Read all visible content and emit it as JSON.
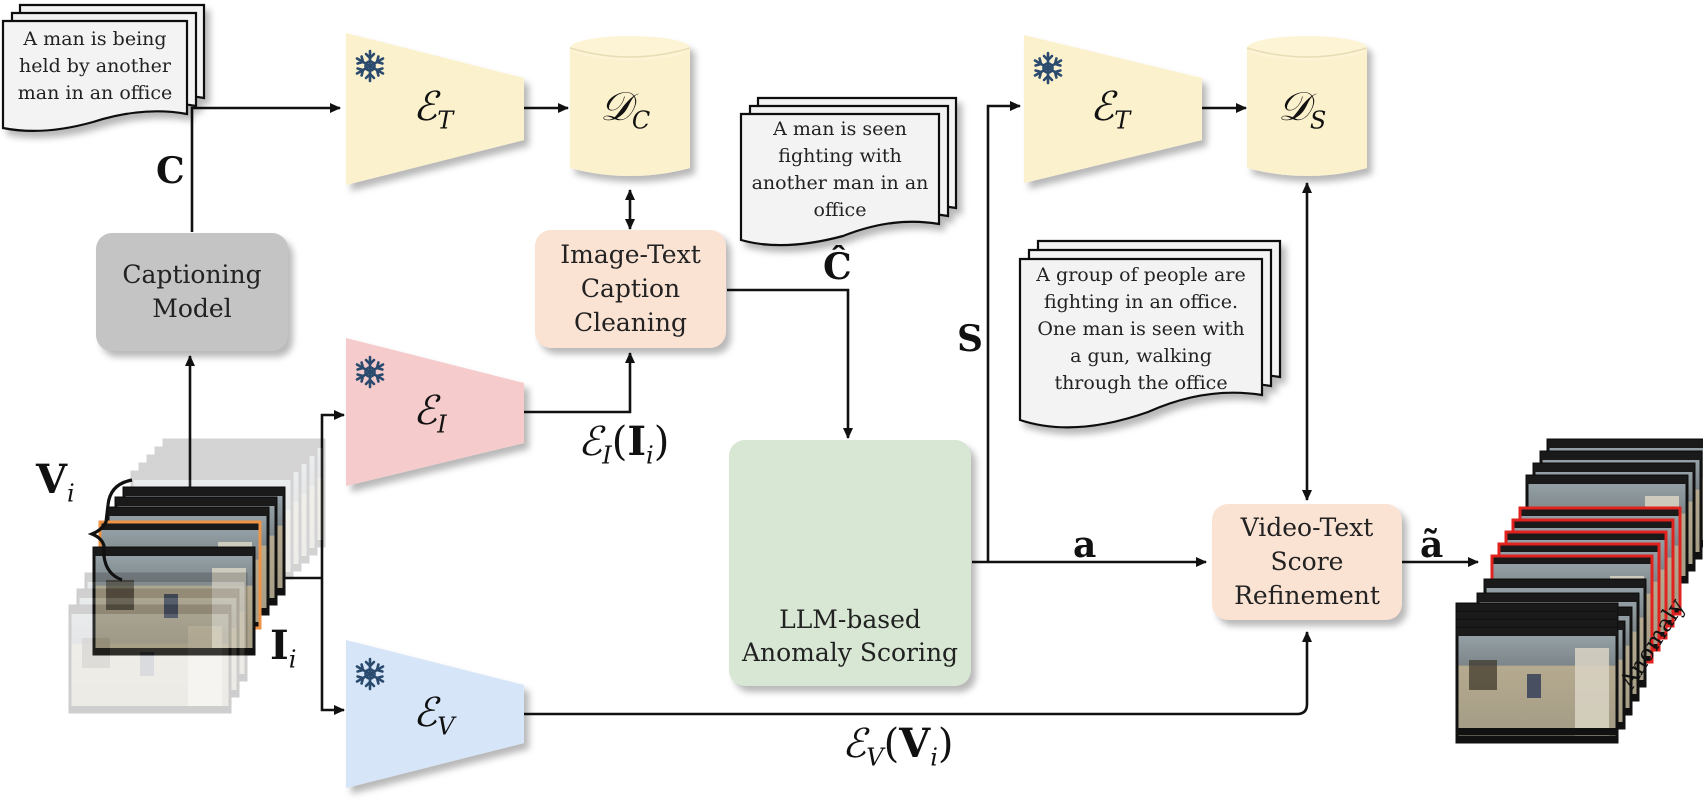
{
  "captions": {
    "top_left": "A man is being\nheld by another\nman in an office",
    "middle": "A man is seen\nfighting with\nanother man in an\noffice",
    "right": "A group of people are\nfighting in an office.\nOne man is seen with\na gun, walking\nthrough the office"
  },
  "blocks": {
    "captioning_model": "Captioning\nModel",
    "image_text_cleaning": "Image-Text\nCaption\nCleaning",
    "llm_scoring": "LLM-based\nAnomaly Scoring",
    "video_text_refinement": "Video-Text\nScore\nRefinement"
  },
  "encoders": {
    "text_1": "ℰ",
    "text_1_sub": "T",
    "text_2": "ℰ",
    "text_2_sub": "T",
    "image": "ℰ",
    "image_sub": "I",
    "video": "ℰ",
    "video_sub": "V"
  },
  "databases": {
    "captions_db": "𝒟",
    "captions_db_sub": "C",
    "summaries_db": "𝒟",
    "summaries_db_sub": "S"
  },
  "labels": {
    "C": "C",
    "C_hat": "Ĉ",
    "S": "S",
    "a": "a",
    "a_tilde": "ã",
    "V_i": "V",
    "V_i_sub": "i",
    "I_i": "I",
    "I_i_sub": "i",
    "EI_of_I": "ℰ",
    "EI_sub": "I",
    "EI_arg": "(I",
    "EI_arg_sub": "i",
    "EI_close": ")",
    "EV_of_V": "ℰ",
    "EV_sub": "V",
    "EV_arg": "(V",
    "EV_arg_sub": "i",
    "EV_close": ")",
    "anomaly": "Anomaly"
  },
  "colors": {
    "text_encoder": "#fcf1cd",
    "image_encoder": "#f6cbcc",
    "video_encoder": "#d6e5f7",
    "database": "#fcf1cd",
    "caption_block": "#fbe3d4",
    "captioning": "#c4c4c4",
    "llm": "#d7e7d3",
    "brain": "#1c6b47",
    "anomaly_frame": "#e0231f",
    "input_frame": "#ef9346",
    "frozen_icon": "#2a4a6e"
  },
  "icons": [
    "frozen-snowflake-icon",
    "brain-circuit-icon"
  ]
}
